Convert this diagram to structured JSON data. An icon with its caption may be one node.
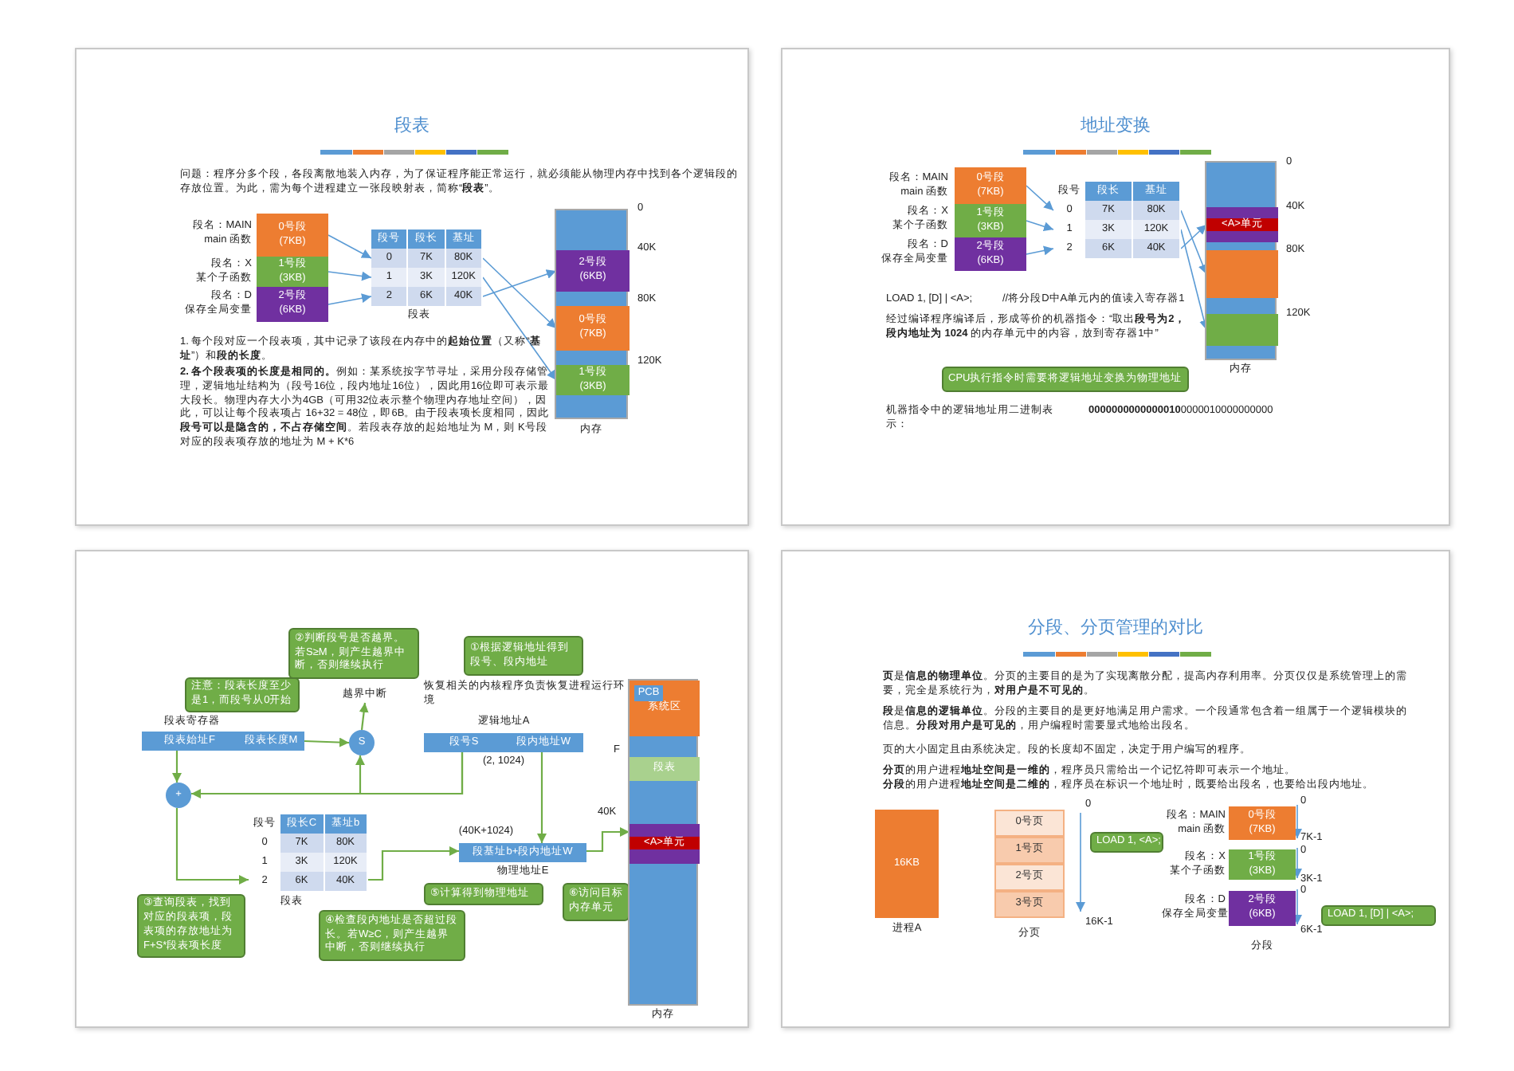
{
  "diagram": {
    "nodes": [
      {
        "text": [
          "段表"
        ]
      },
      {
        "text": [
          "0号段 (7KB)"
        ],
        "in": 0,
        "beside": [
          "段名：MAIN main 函数"
        ]
      },
      {
        "text": [
          "1号段 (3KB)"
        ],
        "in": 0,
        "beside": [
          "段名：X 某个子函数"
        ]
      },
      {
        "text": [
          "2号段 (6KB)"
        ],
        "in": 0,
        "beside": [
          "段名：D 保存全局变量"
        ]
      },
      {
        "text": [
          "段号",
          "段长",
          "基址"
        ],
        "in": 0
      },
      {
        "text": [
          "0",
          "7K",
          "80K"
        ],
        "in": 0
      },
      {
        "text": [
          "1",
          "3K",
          "120K"
        ],
        "in": 0
      },
      {
        "text": [
          "2",
          "6K",
          "40K"
        ],
        "in": 0
      },
      {
        "text": [],
        "shape": "box",
        "in": 0,
        "beside": [
          "内存",
          "0",
          "40K",
          "80K",
          "120K"
        ]
      },
      {
        "text": [
          "2号段 (6KB)"
        ],
        "in": 8
      },
      {
        "text": [
          "0号段 (7KB)"
        ],
        "in": 8
      },
      {
        "text": [
          "1号段 (3KB)"
        ],
        "in": 8
      },
      {
        "text": [
          "地址变换"
        ]
      },
      {
        "text": [
          "0号段 (7KB)"
        ],
        "in": 12,
        "beside": [
          "段名：MAIN main 函数"
        ]
      },
      {
        "text": [
          "1号段 (3KB)"
        ],
        "in": 12,
        "beside": [
          "段名：X 某个子函数"
        ]
      },
      {
        "text": [
          "2号段 (6KB)"
        ],
        "in": 12,
        "beside": [
          "段名：D 保存全局变量"
        ]
      },
      {
        "text": [
          "段号",
          "段长",
          "基址"
        ],
        "in": 12
      },
      {
        "text": [
          "0",
          "7K",
          "80K"
        ],
        "in": 12
      },
      {
        "text": [
          "1",
          "3K",
          "120K"
        ],
        "in": 12
      },
      {
        "text": [
          "2",
          "6K",
          "40K"
        ],
        "in": 12
      },
      {
        "text": [],
        "shape": "box",
        "in": 12,
        "beside": [
          "内存",
          "0",
          "40K",
          "80K",
          "120K"
        ]
      },
      {
        "text": [],
        "shape": "bar",
        "in": 20
      },
      {
        "text": [
          "<A>单元"
        ],
        "in": 21
      },
      {
        "text": [],
        "shape": "bar",
        "in": 20
      },
      {
        "text": [],
        "shape": "bar",
        "in": 20
      },
      {
        "text": [
          "CPU执行指令时需要将逻辑地址变换为物理地址"
        ],
        "in": 12
      },
      {
        "text": [],
        "shape": "box"
      },
      {
        "text": [
          "②判断段号是否越界。若S≥M，则产生越界中断，否则继续执行"
        ],
        "in": 26
      },
      {
        "text": [
          "注意：段表长度至少是1，而段号从0开始"
        ],
        "in": 26
      },
      {
        "text": [
          "越界中断"
        ],
        "in": 26
      },
      {
        "text": [
          "段表始址F"
        ],
        "in": 26
      },
      {
        "text": [
          "段表长度M"
        ],
        "in": 26
      },
      {
        "text": [
          "S"
        ],
        "in": 26
      },
      {
        "text": [
          "+"
        ],
        "in": 26
      },
      {
        "text": [
          "①根据逻辑地址得到段号、段内地址"
        ],
        "in": 26
      },
      {
        "text": [
          "段号S"
        ],
        "in": 26
      },
      {
        "text": [
          "段内地址W"
        ],
        "in": 26
      },
      {
        "text": [
          "段号",
          "段长C",
          "基址b"
        ],
        "in": 26
      },
      {
        "text": [
          "0",
          "7K",
          "80K"
        ],
        "in": 26
      },
      {
        "text": [
          "1",
          "3K",
          "120K"
        ],
        "in": 26
      },
      {
        "text": [
          "2",
          "6K",
          "40K"
        ],
        "in": 26
      },
      {
        "text": [
          "段基址b+段内地址W"
        ],
        "in": 26
      },
      {
        "text": [
          "⑤计算得到物理地址"
        ],
        "in": 26
      },
      {
        "text": [
          "⑥访问目标内存单元"
        ],
        "in": 26
      },
      {
        "text": [
          "③查询段表，找到对应的段表项，段表项的存放地址为F+S*段表项长度"
        ],
        "in": 26
      },
      {
        "text": [
          "④检查段内地址是否超过段长。若W≥C，则产生越界中断，否则继续执行"
        ],
        "in": 26
      },
      {
        "text": [],
        "shape": "box",
        "in": 26,
        "beside": [
          "内存",
          "F",
          "40K"
        ]
      },
      {
        "text": [
          "系统区"
        ],
        "in": 46
      },
      {
        "text": [
          "PCB"
        ],
        "in": 47
      },
      {
        "text": [
          "段表"
        ],
        "in": 46
      },
      {
        "text": [],
        "shape": "bar",
        "in": 46
      },
      {
        "text": [
          "<A>单元"
        ],
        "in": 50
      },
      {
        "text": [
          "分段、分页管理的对比"
        ]
      },
      {
        "text": [
          "16KB"
        ],
        "in": 52,
        "beside": [
          "进程A"
        ]
      },
      {
        "text": [
          "0号页"
        ],
        "in": 52
      },
      {
        "text": [
          "1号页"
        ],
        "in": 52
      },
      {
        "text": [
          "2号页"
        ],
        "in": 52
      },
      {
        "text": [
          "3号页"
        ],
        "in": 52
      },
      {
        "text": [
          "LOAD 1, <A>;"
        ],
        "in": 52
      },
      {
        "text": [
          "0号段 (7KB)"
        ],
        "in": 52,
        "beside": [
          "段名：MAIN main 函数"
        ]
      },
      {
        "text": [
          "1号段 (3KB)"
        ],
        "in": 52,
        "beside": [
          "段名：X 某个子函数"
        ]
      },
      {
        "text": [
          "2号段 (6KB)"
        ],
        "in": 52,
        "beside": [
          "段名：D 保存全局变量"
        ]
      },
      {
        "text": [
          "LOAD 1, [D] | <A>;"
        ],
        "in": 52
      }
    ],
    "edges": [
      {
        "from": 1,
        "to": 5,
        "arrow": "to"
      },
      {
        "from": 2,
        "to": 6,
        "arrow": "to"
      },
      {
        "from": 3,
        "to": 7,
        "arrow": "to"
      },
      {
        "from": 5,
        "to": 10,
        "arrow": "to"
      },
      {
        "from": 6,
        "to": 11,
        "arrow": "to"
      },
      {
        "from": 7,
        "to": 9,
        "arrow": "to"
      },
      {
        "from": 13,
        "to": 17,
        "arrow": "to"
      },
      {
        "from": 14,
        "to": 18,
        "arrow": "to"
      },
      {
        "from": 15,
        "to": 19,
        "arrow": "to"
      },
      {
        "from": 17,
        "to": 23,
        "arrow": "to"
      },
      {
        "from": 18,
        "to": 24,
        "arrow": "to"
      },
      {
        "from": 19,
        "to": 21,
        "arrow": "to"
      },
      {
        "from": 30,
        "to": 33,
        "arrow": "to",
        "color": "#70ad47"
      },
      {
        "from": 31,
        "to": 32,
        "arrow": "to",
        "color": "#70ad47"
      },
      {
        "from": 32,
        "to": 29,
        "arrow": "to",
        "color": "#70ad47"
      },
      {
        "from": 35,
        "to": 32,
        "arrow": "to",
        "color": "#70ad47"
      },
      {
        "from": 35,
        "to": 33,
        "arrow": "to",
        "color": "#70ad47"
      },
      {
        "from": 33,
        "to": 40,
        "arrow": "to",
        "color": "#70ad47"
      },
      {
        "from": 40,
        "to": 41,
        "arrow": "to",
        "color": "#70ad47"
      },
      {
        "from": 36,
        "to": 41,
        "arrow": "to",
        "color": "#70ad47"
      },
      {
        "from": 41,
        "to": 50,
        "arrow": "to",
        "color": "#70ad47"
      }
    ],
    "labels": [
      "问题：程序分多个段，各段离散地装入内存，为了保证程序能正常运行，就必须能从物理内存中找到各个逻辑段的存放位置。为此，需为每个进程建立一张段映射表，简称“**段表**”。",
      "段表",
      "1. 每个段对应一个段表项，其中记录了该段在内存中的**起始位置**（又称“**基址**”）和**段的长度**。",
      "**2. 各个段表项的长度是相同的。**例如：某系统按字节寻址，采用分段存储管理，逻辑地址结构为（段号16位，段内地址16位），因此用16位即可表示最大段长。物理内存大小为4GB（可用32位表示整个物理内存地址空间），因此，可以让每个段表项占 16+32 = 48位，即6B。由于段表项长度相同，因此**段号可以是隐含的，不占存储空间**。若段表存放的起始地址为 M，则 K号段对应的段表项存放的地址为 M + K*6",
      "LOAD 1, [D] | <A>;",
      "//将分段D中A单元内的值读入寄存器1",
      "经过编译程序编译后，形成等价的机器指令：“取出**段号为2，段内地址为 1024** 的内存单元中的内容，放到寄存器1中”",
      "机器指令中的逻辑地址用二进制表示：",
      "**0000000000000010**0000010000000000",
      "恢复相关的内核程序负责恢复进程运行环境",
      "段表寄存器",
      "逻辑地址A",
      "(2, 1024)",
      "段表",
      "(40K+1024)",
      "物理地址E",
      "**页**是**信息的物理单位**。分页的主要目的是为了实现离散分配，提高内存利用率。分页仅仅是系统管理上的需要，完全是系统行为，**对用户是不可见的**。",
      "**段**是**信息的逻辑单位**。分段的主要目的是更好地满足用户需求。一个段通常包含着一组属于一个逻辑模块的信息。**分段对用户是可见的**，用户编程时需要显式地给出段名。",
      "页的大小固定且由系统决定。段的长度却不固定，决定于用户编写的程序。",
      "**分页**的用户进程**地址空间是一维的**，程序员只需给出一个记忆符即可表示一个地址。",
      "**分段**的用户进程**地址空间是二维的**，程序员在标识一个地址时，既要给出段名，也要给出段内地址。",
      "0",
      "16K-1",
      "分页",
      "0",
      "7K-1",
      "0",
      "3K-1",
      "0",
      "6K-1",
      "分段"
    ]
  }
}
